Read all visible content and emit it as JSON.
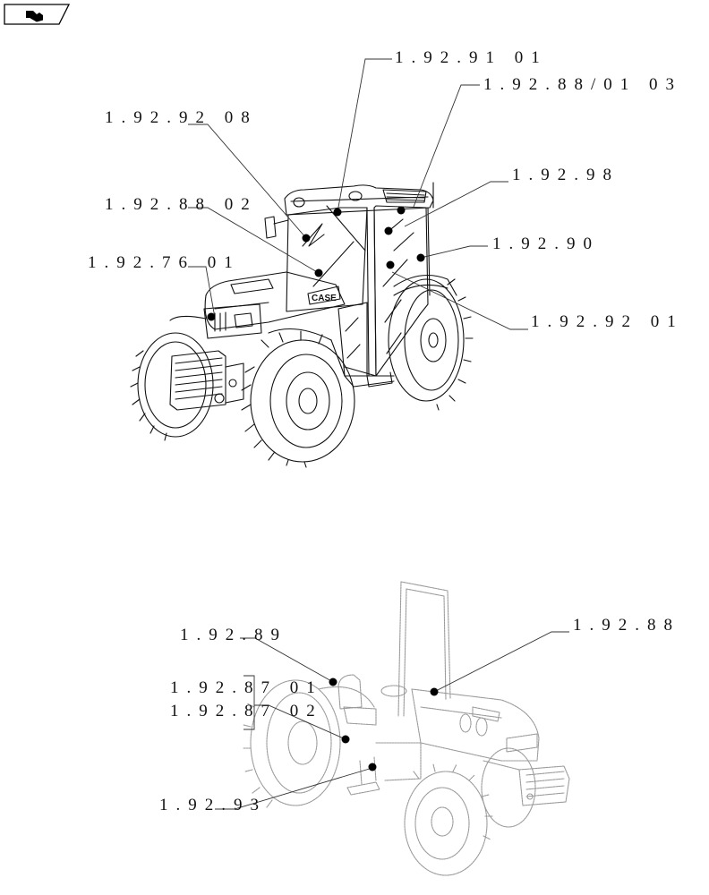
{
  "toolbar": {
    "back_button": {
      "icon": "hand-pointer-icon",
      "label": ""
    }
  },
  "diagram": {
    "type": "parts-catalog-exploded-view",
    "views": [
      {
        "id": "cab-tractor",
        "style": "black-line-art"
      },
      {
        "id": "rops-tractor",
        "style": "grey-line-art"
      }
    ]
  },
  "callouts": {
    "top": [
      {
        "ref": "1.92.91 01",
        "text": "1.92.91 01"
      },
      {
        "ref": "1.92.88/01 03",
        "text": "1.92.88/01 03"
      },
      {
        "ref": "1.92.92 08",
        "text": "1.92.92 08"
      },
      {
        "ref": "1.92.98",
        "text": "1.92.98"
      },
      {
        "ref": "1.92.88 02",
        "text": "1.92.88 02"
      },
      {
        "ref": "1.92.90",
        "text": "1.92.90"
      },
      {
        "ref": "1.92.76 01",
        "text": "1.92.76 01"
      },
      {
        "ref": "1.92.92 01",
        "text": "1.92.92 01"
      }
    ],
    "bottom": [
      {
        "ref": "1.92.89",
        "text": "1.92.89"
      },
      {
        "ref": "1.92.88",
        "text": "1.92.88"
      },
      {
        "ref": "1.92.87 01",
        "text": "1.92.87 01"
      },
      {
        "ref": "1.92.87 02",
        "text": "1.92.87 02"
      },
      {
        "ref": "1.92.93",
        "text": "1.92.93"
      }
    ]
  },
  "colors": {
    "line": "#111111",
    "faded_line": "#9a9a9a",
    "leader": "#333333",
    "dot": "#000000"
  }
}
